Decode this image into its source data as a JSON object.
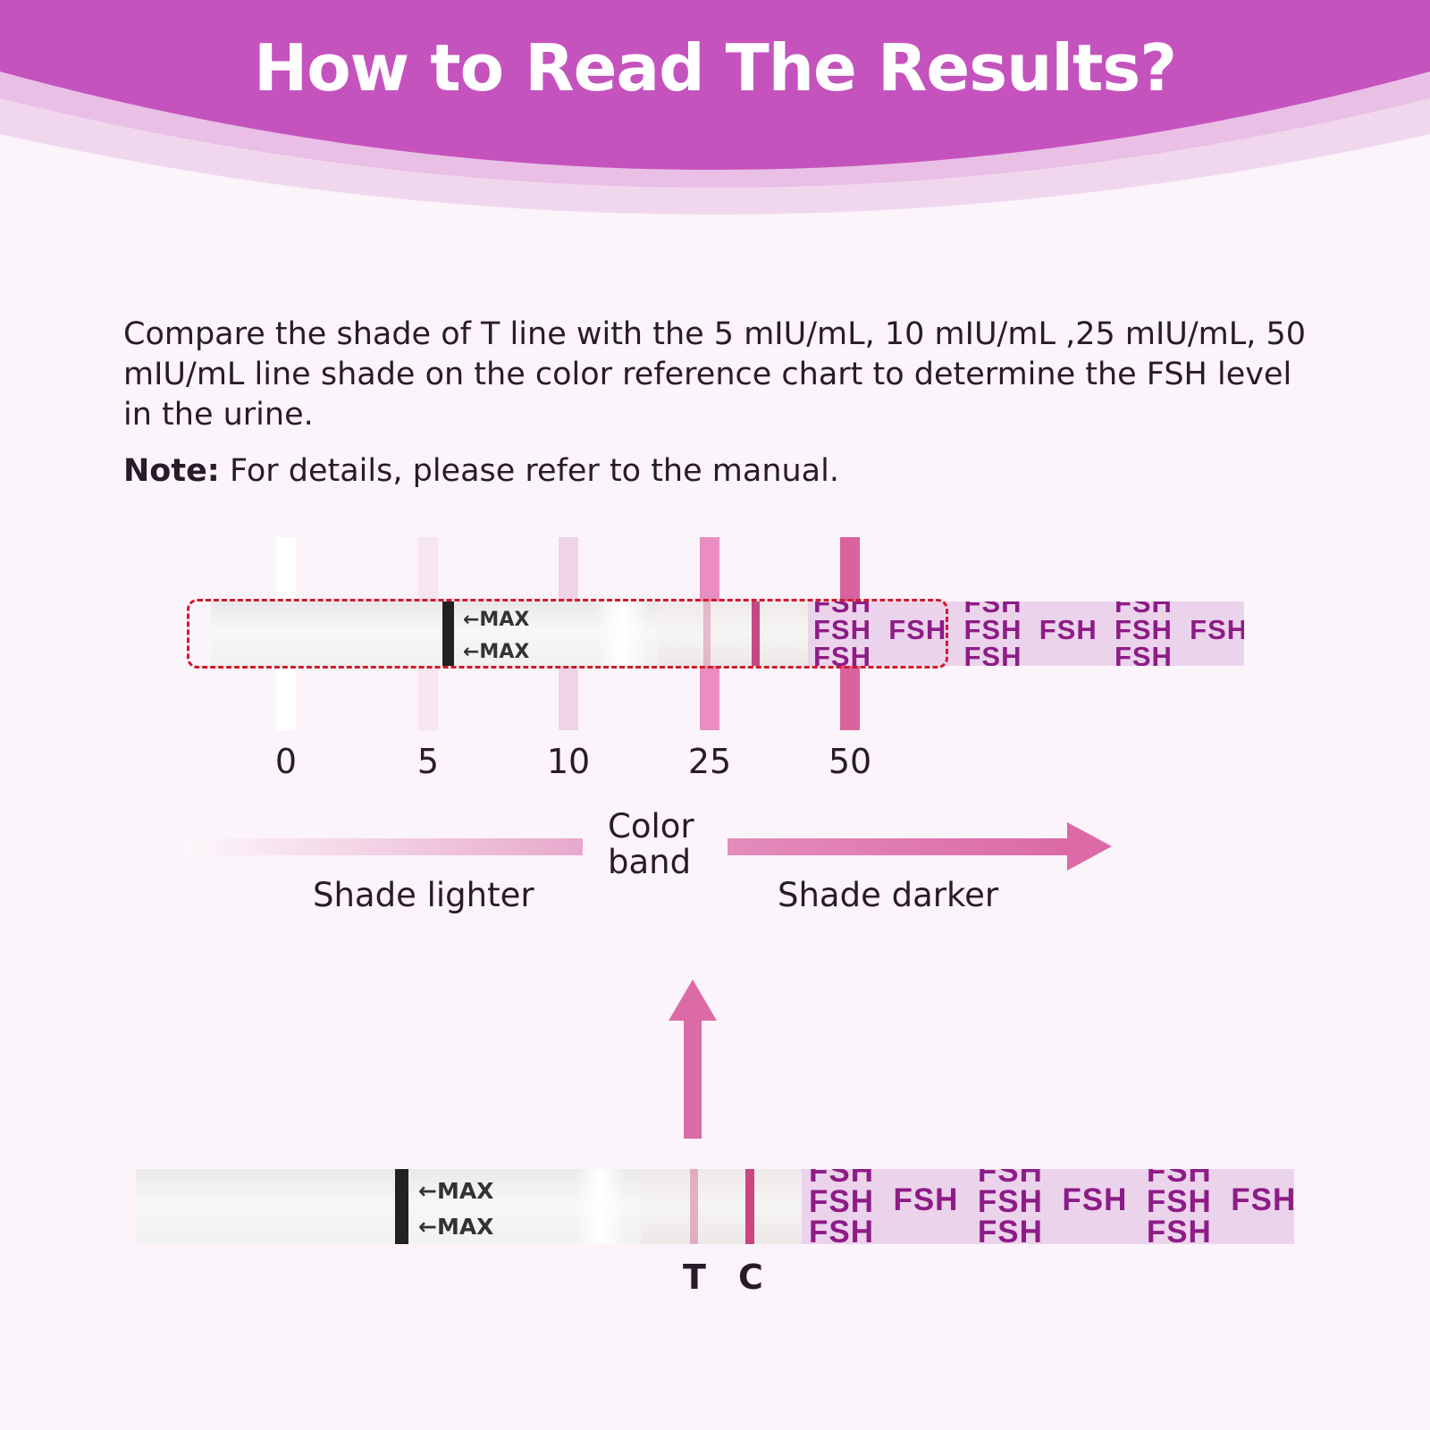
{
  "header": {
    "title": "How to Read The Results?",
    "color": "#c553be"
  },
  "instructions": {
    "text": "Compare the shade of T line with the 5 mIU/mL, 10 mIU/mL ,25 mIU/mL, 50 mIU/mL line shade on the color reference chart to determine the FSH level in the urine.",
    "note_label": "Note:",
    "note_text": " For details, please refer to the manual."
  },
  "reference_chart": {
    "bands": [
      {
        "label": "0",
        "color": "#ffffff"
      },
      {
        "label": "5",
        "color": "#f5e6f0"
      },
      {
        "label": "10",
        "color": "#efd3e6"
      },
      {
        "label": "25",
        "color": "#e88ec0"
      },
      {
        "label": "50",
        "color": "#d9629f"
      }
    ]
  },
  "strip": {
    "max_label_1": "←MAX",
    "max_label_2": "←MAX",
    "brand_text": "FSH",
    "line_color": "#c0397a"
  },
  "scale": {
    "center_label_1": "Color",
    "center_label_2": "band",
    "left_label": "Shade lighter",
    "right_label": "Shade darker",
    "arrow_color": "#db6aa6"
  },
  "test_strip_labels": {
    "t": "T",
    "c": "C"
  }
}
